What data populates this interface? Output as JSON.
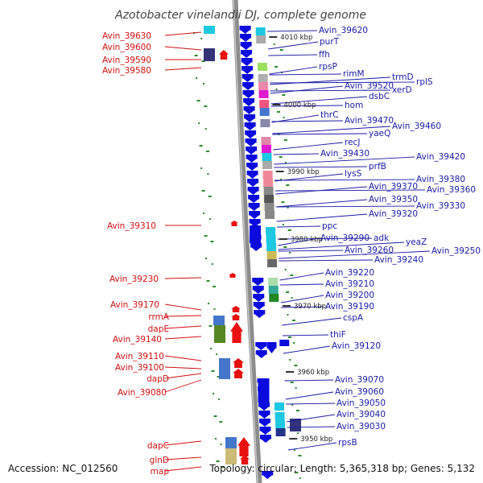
{
  "title": "Azotobacter vinelandii DJ, complete genome",
  "accession": "Accession: NC_012560",
  "topology": "Topology: circular; Length: 5,365,318 bp; Genes: 5,132",
  "ticks": [
    "4010 kbp",
    "4000 kbp",
    "3990 kbp",
    "3980 kbp",
    "3970 kbp",
    "3960 kbp",
    "3950 kbp"
  ],
  "right_labels": [
    "Avin_39620",
    "purT",
    "ffh",
    "rpsP",
    "rimM",
    "trmD",
    "rplS",
    "Avin_39520",
    "xerD",
    "dsbC",
    "hom",
    "thrC",
    "Avin_39470",
    "Avin_39460",
    "yaeQ",
    "recJ",
    "Avin_39430",
    "Avin_39420",
    "prfB",
    "lysS",
    "Avin_39380",
    "Avin_39370",
    "Avin_39360",
    "Avin_39350",
    "Avin_39330",
    "Avin_39320",
    "ppc",
    "Avin_39290",
    "adk",
    "yeaZ",
    "Avin_39260",
    "Avin_39250",
    "Avin_39240",
    "Avin_39220",
    "Avin_39210",
    "Avin_39200",
    "Avin_39190",
    "cspA",
    "thiF",
    "Avin_39120",
    "Avin_39070",
    "Avin_39060",
    "Avin_39050",
    "Avin_39040",
    "Avin_39030",
    "rpsB"
  ],
  "left_labels": [
    "Avin_39630",
    "Avin_39600",
    "Avin_39590",
    "Avin_39580",
    "Avin_39310",
    "Avin_39230",
    "Avin_39170",
    "rrmA",
    "dapE",
    "Avin_39140",
    "Avin_39110",
    "Avin_39100",
    "dapD",
    "Avin_39080",
    "dapC",
    "glnD",
    "map"
  ],
  "colors": {
    "forward_gene": "#0b0bdd",
    "reverse_gene": "#e81010",
    "backbone": "#8a8a8a",
    "right_label": "#1a1aa6",
    "left_label": "#d01010",
    "dots": "#2a8a2a"
  }
}
